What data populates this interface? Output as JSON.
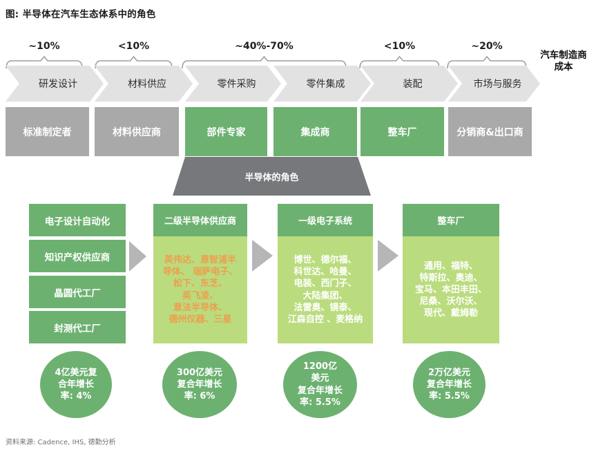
{
  "title": "图: 半导体在汽车生态体系中的角色",
  "manufacturer_cost_label": "汽车制造商\n成本",
  "cost_shares": [
    {
      "label": "~10%"
    },
    {
      "label": "<10%"
    },
    {
      "label": "~40%-70%"
    },
    {
      "label": "<10%"
    },
    {
      "label": "~20%"
    }
  ],
  "stages": [
    {
      "label": "研发设计"
    },
    {
      "label": "材料供应"
    },
    {
      "label": "零件采购"
    },
    {
      "label": "零件集成"
    },
    {
      "label": "装配"
    },
    {
      "label": "市场与服务"
    }
  ],
  "roles": [
    {
      "label": "标准制定者",
      "type": "gray"
    },
    {
      "label": "材料供应商",
      "type": "gray"
    },
    {
      "label": "部件专家",
      "type": "green"
    },
    {
      "label": "集成商",
      "type": "green"
    },
    {
      "label": "整车厂",
      "type": "green"
    },
    {
      "label": "分销商&出口商",
      "type": "gray"
    }
  ],
  "semiconductor_role_label": "半导体的角色",
  "value_chain": {
    "column1": {
      "boxes": [
        {
          "label": "电子设计自动化"
        },
        {
          "label": "知识产权供应商"
        },
        {
          "label": "晶圆代工厂"
        },
        {
          "label": "封测代工厂"
        }
      ],
      "market": "4亿美元复\n合年增长\n率: 4%"
    },
    "column2": {
      "header": "二级半导体供应商",
      "companies": "英伟达、恩智浦半\n导体、 瑞萨电子、\n松下、东芝、\n英飞凌、\n意法半导体、\n德州仪器、三星",
      "market": "300亿美元\n复合年增长\n率: 6%"
    },
    "column3": {
      "header": "一级电子系统",
      "companies": "博世、德尔福、\n科世达、哈曼、\n电装、西门子、\n大陆集团、\n法雷奥、镜泰、\n江森自控 、麦格纳",
      "market": "1200亿\n美元\n复合年增长\n率: 5.5%"
    },
    "column4": {
      "header": "整车厂",
      "companies": "通用、福特、\n特斯拉、奥迪、\n宝马、本田丰田、\n尼桑、沃尔沃、\n现代、戴姆勒",
      "market": "2万亿美元\n复合年增长\n率: 5.5%"
    }
  },
  "source": "资料来源: Cadence, IHS, 德勤分析",
  "colors": {
    "green": "#6CB170",
    "light_green": "#BADC7E",
    "gray_box": "#A9A9AA",
    "dark_gray": "#77787B",
    "chevron_gray": "#E2E2E3",
    "orange_text": "#EF9E4E"
  }
}
